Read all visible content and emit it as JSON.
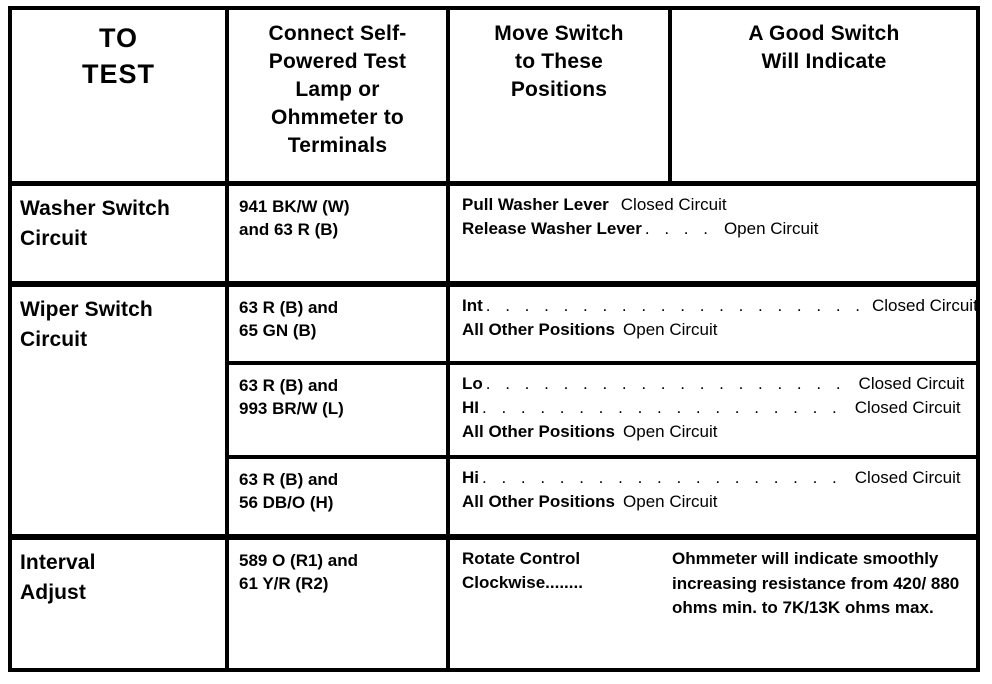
{
  "table": {
    "headers": [
      {
        "id": "to-test",
        "label": "TO\nTEST",
        "emphasis": "big"
      },
      {
        "id": "connect",
        "label": "Connect Self-\nPowered Test\nLamp or\nOhmmeter to\nTerminals",
        "emphasis": "normal"
      },
      {
        "id": "move-switch",
        "label": "Move Switch\nto These\nPositions",
        "emphasis": "normal"
      },
      {
        "id": "good-switch",
        "label": "A Good Switch\nWill Indicate",
        "emphasis": "normal"
      }
    ],
    "rows": [
      {
        "id": "washer-switch-circuit",
        "test": "Washer Switch\nCircuit",
        "subrows": [
          {
            "terminals": "941 BK/W (W)\nand 63 R (B)",
            "conditions": [
              {
                "label": "Pull Washer Lever",
                "leader": "",
                "result": "Closed Circuit"
              },
              {
                "label": "Release Washer Lever",
                "leader": ". . . .",
                "result": "Open Circuit"
              }
            ]
          }
        ]
      },
      {
        "id": "wiper-switch-circuit",
        "test": "Wiper Switch\nCircuit",
        "subrows": [
          {
            "terminals": "63 R (B) and\n65 GN (B)",
            "conditions": [
              {
                "label": "Int",
                "leader": ". . . . . . . . . . . . . . . . . . . .",
                "result": "Closed Circuit"
              },
              {
                "label": "All Other Positions",
                "leader": "",
                "result": "Open Circuit"
              }
            ]
          },
          {
            "terminals": "63 R (B) and\n993 BR/W (L)",
            "conditions": [
              {
                "label": "Lo",
                "leader": ". . . . . . . . . . . . . . . . . . .",
                "result": "Closed Circuit"
              },
              {
                "label": "HI",
                "leader": ". . . . . . . . . . . . . . . . . . .",
                "result": "Closed Circuit"
              },
              {
                "label": "All Other Positions",
                "leader": "",
                "result": "Open Circuit"
              }
            ]
          },
          {
            "terminals": "63 R (B) and\n56 DB/O (H)",
            "conditions": [
              {
                "label": "Hi",
                "leader": ". . . . . . . . . . . . . . . . . . .",
                "result": "Closed Circuit"
              },
              {
                "label": "All Other Positions",
                "leader": "",
                "result": "Open Circuit"
              }
            ]
          }
        ]
      },
      {
        "id": "interval-adjust",
        "test": "Interval\nAdjust",
        "subrows": [
          {
            "terminals": "589 O (R1) and\n61 Y/R (R2)",
            "action": "Rotate Control\nClockwise........",
            "indication": "Ohmmeter will indicate smoothly increasing resistance from 420/ 880 ohms min. to 7K/13K ohms max."
          }
        ]
      }
    ]
  },
  "colors": {
    "ink": "#000000",
    "paper": "#ffffff"
  }
}
